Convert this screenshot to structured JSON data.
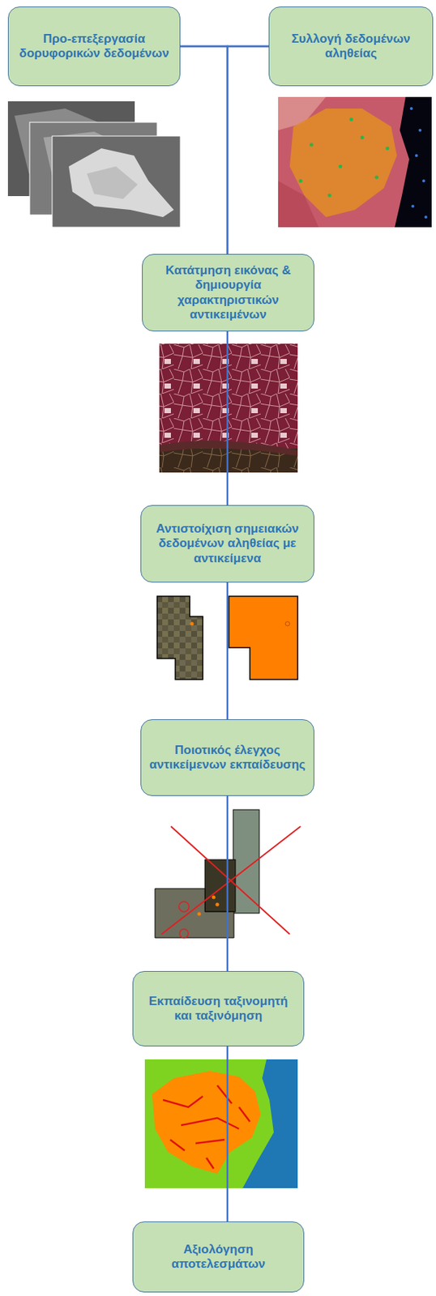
{
  "diagram": {
    "nodes": [
      {
        "text": [
          "Προ-επεξεργασία δορυφορικών δεδομένων"
        ]
      },
      {
        "text": [
          "Συλλογή δεδομένων αληθείας"
        ]
      },
      {
        "text": [
          "Κατάτμηση εικόνας & δημιουργία χαρακτηριστικών αντικειμένων"
        ]
      },
      {
        "text": [
          "Αντιστοίχιση σημειακών δεδομένων αληθείας με αντικείμενα"
        ]
      },
      {
        "text": [
          "Ποιοτικός έλεγχος αντικείμενων εκπαίδευσης"
        ]
      },
      {
        "text": [
          "Εκπαίδευση ταξινομητή και ταξινόμηση"
        ]
      },
      {
        "text": [
          "Αξιολόγηση αποτελεσμάτων"
        ]
      }
    ],
    "edges": [
      {
        "from": 0,
        "to": 1,
        "arrow": "none"
      },
      {
        "from": 0,
        "to": 2,
        "arrow": "none"
      },
      {
        "from": 1,
        "to": 2,
        "arrow": "none"
      },
      {
        "from": 2,
        "to": 3,
        "arrow": "none"
      },
      {
        "from": 3,
        "to": 4,
        "arrow": "none"
      },
      {
        "from": 4,
        "to": 5,
        "arrow": "none"
      },
      {
        "from": 5,
        "to": 6,
        "arrow": "none"
      }
    ]
  }
}
